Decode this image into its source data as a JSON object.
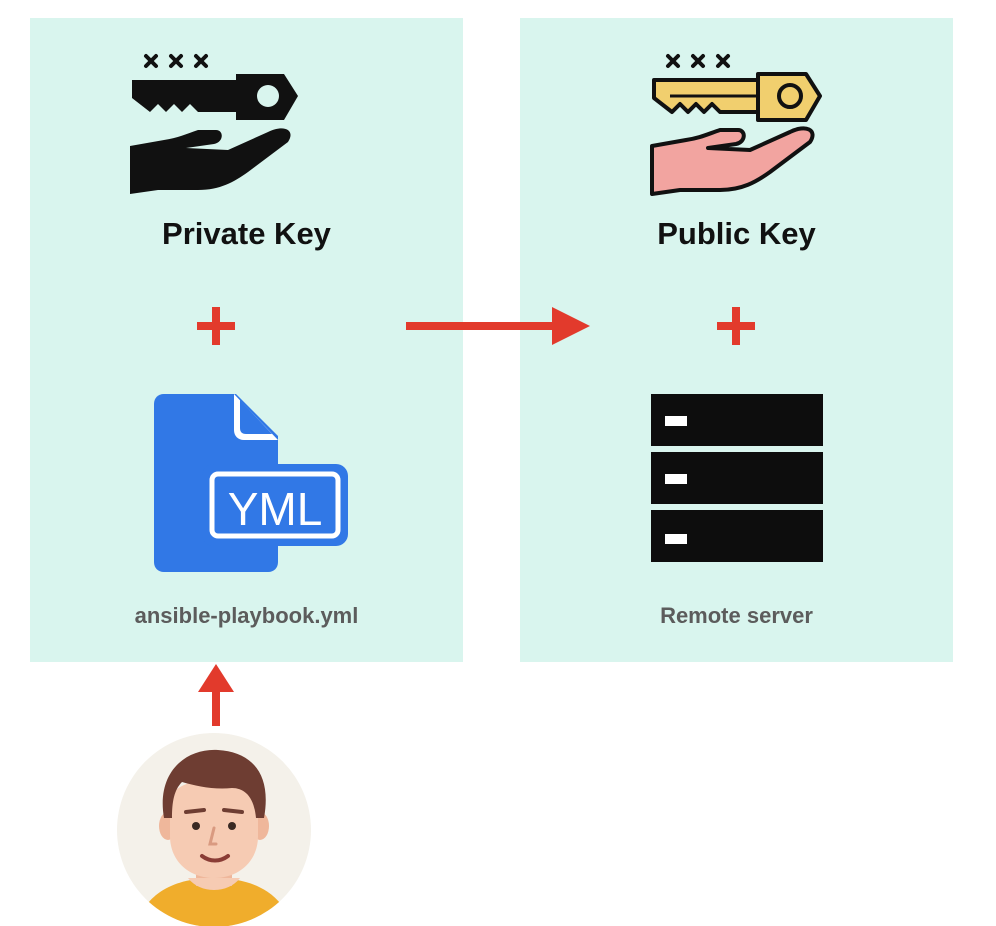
{
  "left_panel": {
    "title": "Private Key",
    "file_label": "ansible-playbook.yml",
    "file_icon_text": "YML",
    "key_icon": "key-in-hand-icon",
    "file_icon": "yml-file-icon"
  },
  "right_panel": {
    "title": "Public Key",
    "server_label": "Remote server",
    "key_icon": "key-in-hand-icon",
    "server_icon": "server-rack-icon"
  },
  "user_icon": "user-avatar-icon",
  "colors": {
    "panel_bg": "#d9f5ee",
    "accent_red": "#e23a2c",
    "file_blue": "#3178e6",
    "key_gold": "#f1cf6e",
    "hand_pink": "#f2a4a0",
    "avatar_bg": "#f4f1ea",
    "shirt_yellow": "#f0ad2c",
    "hair_brown": "#6e3d32",
    "skin": "#f6cbb3"
  }
}
